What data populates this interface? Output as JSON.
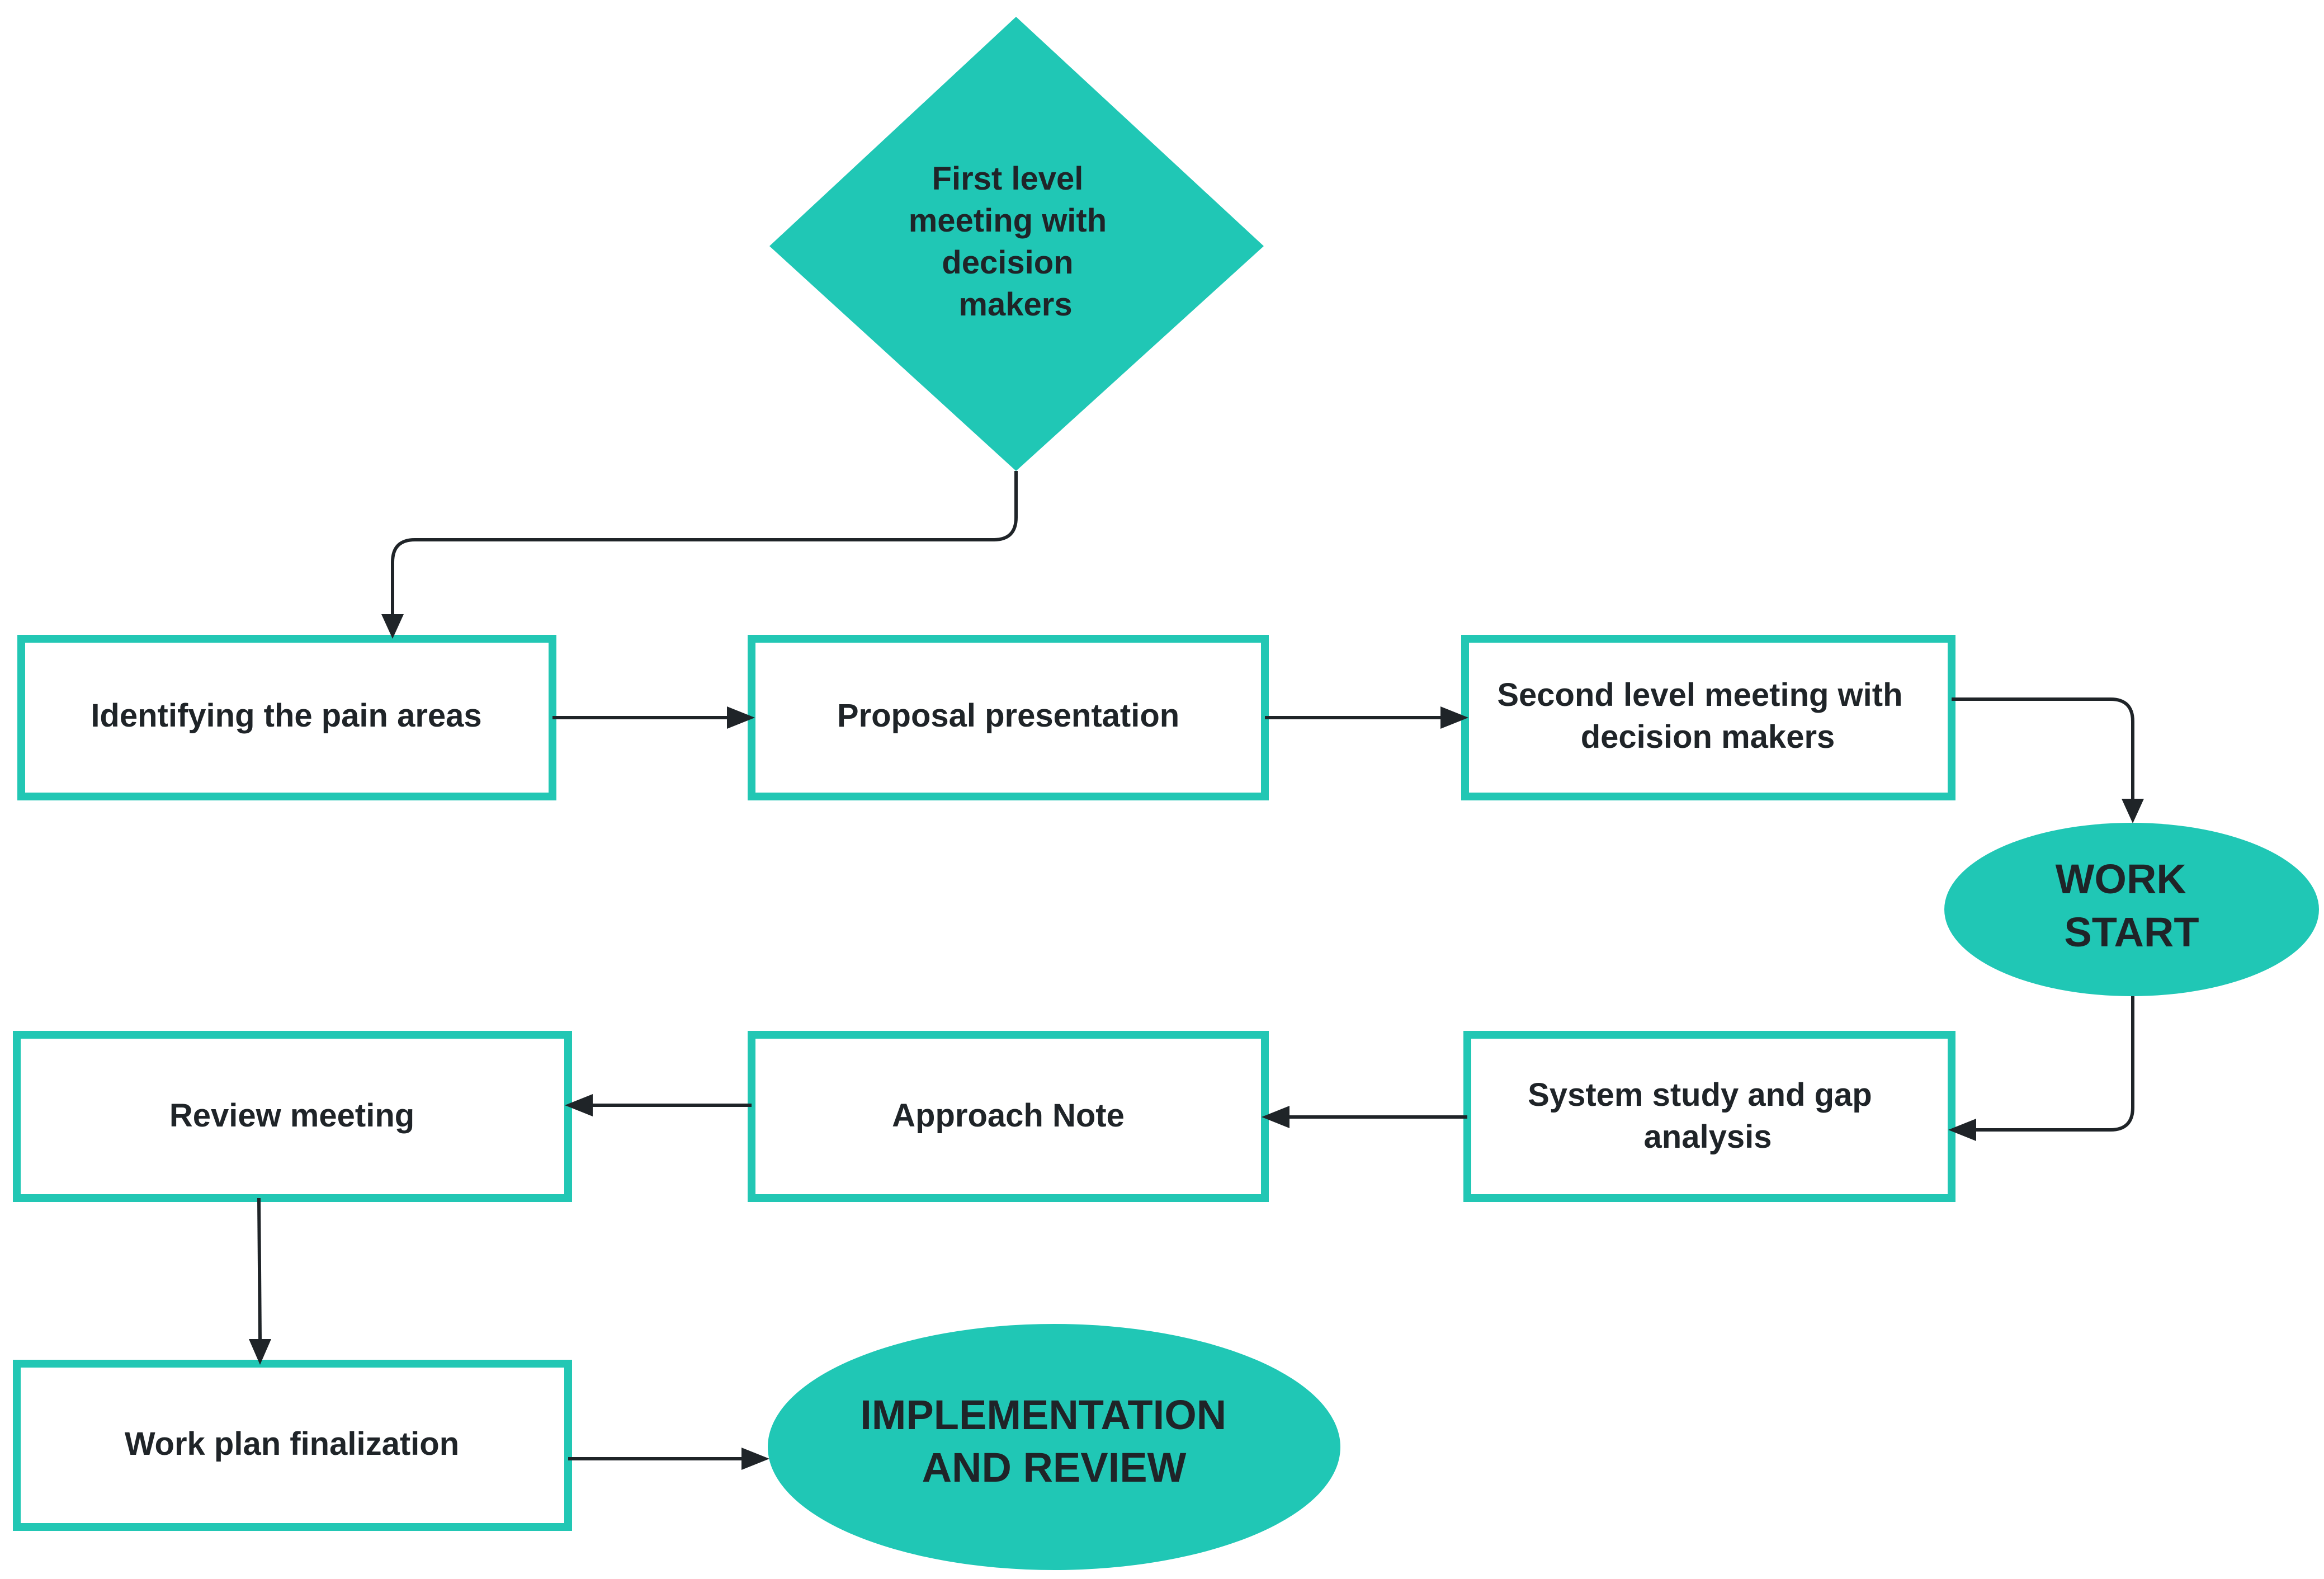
{
  "colors": {
    "accent": "#20c7b5",
    "box_border": "#22c7b4",
    "text": "#1f2428",
    "connector": "#1f2428",
    "background": "#ffffff"
  },
  "nodes": {
    "first_level_meeting": {
      "shape": "diamond",
      "lines": [
        "First level",
        "meeting with",
        "decision",
        "makers"
      ]
    },
    "identifying_pain_areas": {
      "shape": "rectangle",
      "lines": [
        "Identifying the pain areas"
      ]
    },
    "proposal_presentation": {
      "shape": "rectangle",
      "lines": [
        "Proposal presentation"
      ]
    },
    "second_level_meeting": {
      "shape": "rectangle",
      "lines": [
        "Second level meeting with",
        "decision makers"
      ]
    },
    "work_start": {
      "shape": "ellipse",
      "lines": [
        "WORK",
        "START"
      ]
    },
    "system_study": {
      "shape": "rectangle",
      "lines": [
        "System study and gap",
        "analysis"
      ]
    },
    "approach_note": {
      "shape": "rectangle",
      "lines": [
        "Approach Note"
      ]
    },
    "review_meeting": {
      "shape": "rectangle",
      "lines": [
        "Review meeting"
      ]
    },
    "work_plan": {
      "shape": "rectangle",
      "lines": [
        "Work plan finalization"
      ]
    },
    "implementation": {
      "shape": "ellipse",
      "lines": [
        "IMPLEMENTATION",
        "AND REVIEW"
      ]
    }
  },
  "edges": [
    {
      "from": "first_level_meeting",
      "to": "identifying_pain_areas"
    },
    {
      "from": "identifying_pain_areas",
      "to": "proposal_presentation"
    },
    {
      "from": "proposal_presentation",
      "to": "second_level_meeting"
    },
    {
      "from": "second_level_meeting",
      "to": "work_start"
    },
    {
      "from": "work_start",
      "to": "system_study"
    },
    {
      "from": "system_study",
      "to": "approach_note"
    },
    {
      "from": "approach_note",
      "to": "review_meeting"
    },
    {
      "from": "review_meeting",
      "to": "work_plan"
    },
    {
      "from": "work_plan",
      "to": "implementation"
    }
  ]
}
